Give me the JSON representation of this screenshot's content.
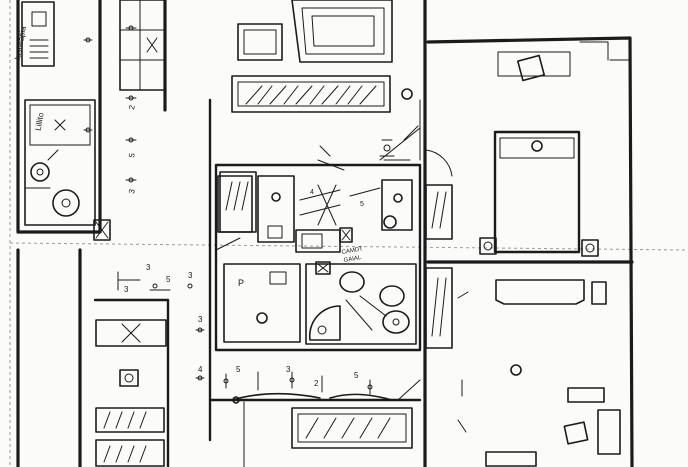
{
  "sheet": {
    "background": "#fbfbf9",
    "ink": "#1b1b1b"
  },
  "labels": {
    "bath_note": "Lillito",
    "bath_note2": "lustalapia",
    "dim_h1": "3",
    "dim_h2": "3",
    "dim_h3": "3",
    "dim_v1": "2",
    "dim_v2": "5",
    "dim_v3": "3",
    "dim_s1": "5",
    "dim_s2": "3",
    "dim_s3": "2",
    "dim_s4": "5",
    "lamp_a": "4",
    "lamp_b": "5",
    "closet_tag": "CAMDT",
    "closet_tag2": "GAIAL",
    "corr_a": "3",
    "corr_b": "4",
    "corr_c": "5"
  }
}
